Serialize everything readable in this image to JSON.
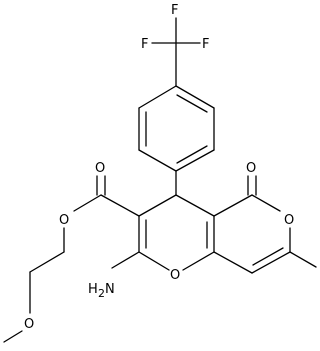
{
  "molecule": {
    "atoms": {
      "f_top": "F",
      "f_left": "F",
      "f_right": "F",
      "o_carbonyl_ketone": "O",
      "o_ring_lactone": "O",
      "o_ester_carbonyl": "O",
      "o_ester_single": "O",
      "o_pyran_ring": "O",
      "o_methoxy": "O",
      "amino_main": "H",
      "amino_sub": "2",
      "amino_tail": "N"
    }
  }
}
